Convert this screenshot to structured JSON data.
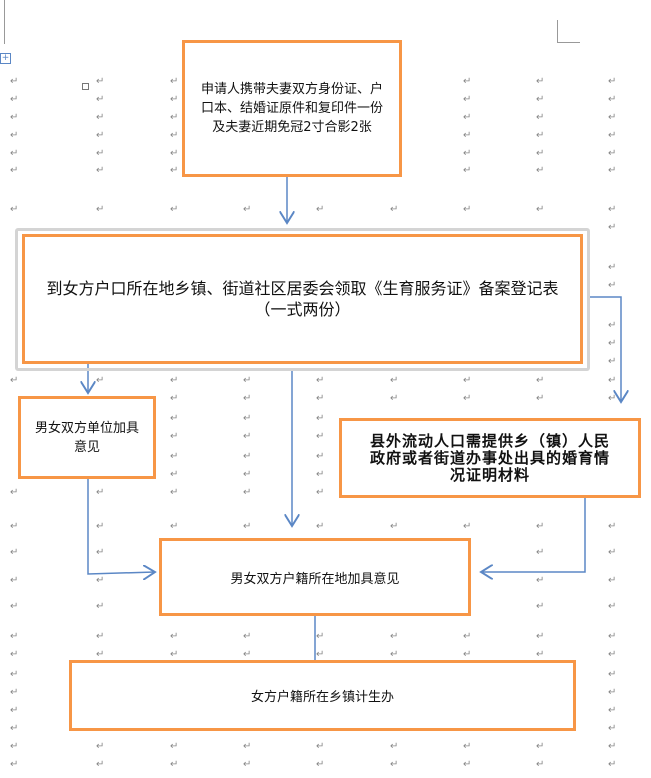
{
  "document": {
    "paragraph_mark_icon": "paragraph-return-icon",
    "accent_border": "#f79646",
    "connector_color": "#5b87c5"
  },
  "flowchart": {
    "step1": "申请人携带夫妻双方身份证、户口本、结婚证原件和复印件一份及夫妻近期免冠2寸合影2张",
    "step2": "到女方户口所在地乡镇、街道社区居委会领取《生育服务证》备案登记表（一式两份）",
    "step3a": "男女双方单位加具意见",
    "step3b": "县外流动人口需提供乡（镇）人民政府或者街道办事处出具的婚育情况证明材料",
    "step4": "男女双方户籍所在地加具意见",
    "step5": "女方户籍所在乡镇计生办"
  }
}
